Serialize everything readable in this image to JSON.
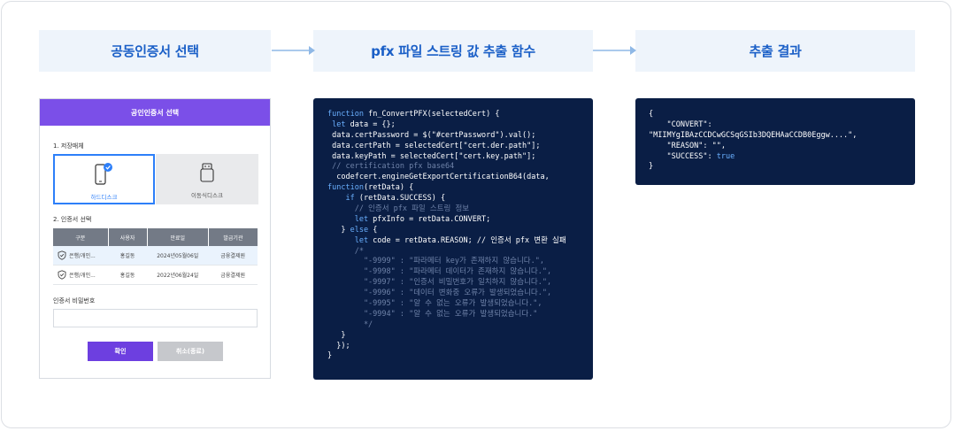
{
  "stages": [
    {
      "label": "공동인증서 선택"
    },
    {
      "label": "pfx 파일 스트링 값 추출 함수"
    },
    {
      "label": "추출 결과"
    }
  ],
  "dialog": {
    "title": "공인인증서 선택",
    "storage_label": "1. 저장매체",
    "storage_options": [
      {
        "label": "하드디스크",
        "selected": true
      },
      {
        "label": "이동식디스크",
        "selected": false
      }
    ],
    "cert_label": "2. 인증서 선택",
    "table": {
      "headers": [
        "구분",
        "사용자",
        "만료일",
        "발급기관"
      ],
      "rows": [
        [
          "은행/개인...",
          "홍길동",
          "2024년05월06일",
          "금융결제원"
        ],
        [
          "은행/개인...",
          "홍길동",
          "2022년06월24일",
          "금융결제원"
        ]
      ]
    },
    "password_label": "인증서 비밀번호",
    "password_value": "",
    "ok_label": "확인",
    "cancel_label": "취소(종료)"
  },
  "code_function": [
    [
      [
        "k",
        "function"
      ],
      [
        "n",
        " fn_ConvertPFX(selectedCert) {"
      ]
    ],
    [
      [
        "k",
        " let"
      ],
      [
        "n",
        " data = {};"
      ]
    ],
    [
      [
        "n",
        " data.certPassword = $(\"#certPassword\").val();"
      ]
    ],
    [
      [
        "n",
        " data.certPath = selectedCert[\"cert.der.path\"];"
      ]
    ],
    [
      [
        "n",
        " data.keyPath = selectedCert[\"cert.key.path\"];"
      ]
    ],
    [
      [
        "c",
        " // certification pfx base64"
      ]
    ],
    [
      [
        "n",
        "  codefcert.engineGetExportCertificationB64(data,"
      ]
    ],
    [
      [
        "k",
        "function"
      ],
      [
        "n",
        "(retData) {"
      ]
    ],
    [
      [
        "k",
        "    if"
      ],
      [
        "n",
        " (retData.SUCCESS) {"
      ]
    ],
    [
      [
        "c",
        "      // 인증서 pfx 파일 스트링 정보"
      ]
    ],
    [
      [
        "k",
        "      let"
      ],
      [
        "n",
        " pfxInfo = retData.CONVERT;"
      ]
    ],
    [
      [
        "n",
        "   } "
      ],
      [
        "k",
        "else"
      ],
      [
        "n",
        " {"
      ]
    ],
    [
      [
        "k",
        "      let"
      ],
      [
        "n",
        " code = retData.REASON; // 인증서 pfx 변환 실패"
      ]
    ],
    [
      [
        "c",
        "      /*"
      ]
    ],
    [
      [
        "c",
        "        \"-9999\" : \"파라메터 key가 존재하지 않습니다.\","
      ]
    ],
    [
      [
        "c",
        "        \"-9998\" : \"파라메터 데이터가 존재하지 않습니다.\","
      ]
    ],
    [
      [
        "c",
        "        \"-9997\" : \"인증서 비밀번호가 일치하지 않습니다.\","
      ]
    ],
    [
      [
        "c",
        "        \"-9996\" : \"데이터 변화중 오류가 발생되었습니다.\","
      ]
    ],
    [
      [
        "c",
        "        \"-9995\" : \"알 수 없는 오류가 발생되었습니다.\","
      ]
    ],
    [
      [
        "c",
        "        \"-9994\" : \"알 수 없는 오류가 발생되었습니다.\""
      ]
    ],
    [
      [
        "c",
        "        */"
      ]
    ],
    [
      [
        "n",
        "   }"
      ]
    ],
    [
      [
        "n",
        "  });"
      ]
    ],
    [
      [
        "n",
        "}"
      ]
    ]
  ],
  "code_result": [
    [
      [
        "n",
        "{"
      ]
    ],
    [
      [
        "n",
        "    \"CONVERT\":"
      ]
    ],
    [
      [
        "n",
        "\"MIIMYgIBAzCCDCwGCSqGSIb3DQEHAaCCDB0Eggw....\","
      ]
    ],
    [
      [
        "n",
        "    \"REASON\": \"\","
      ]
    ],
    [
      [
        "n",
        "    \"SUCCESS\": "
      ],
      [
        "b",
        "true"
      ]
    ],
    [
      [
        "n",
        "}"
      ]
    ]
  ],
  "colors": {
    "stage_text": "#1a5fc7",
    "stage_bg": "#eef4fb",
    "dialog_header": "#7b4fe8",
    "ok_button": "#6d3fe0",
    "code_bg": "#0a1e45",
    "keyword": "#6ab0ff",
    "comment": "#6e82a8"
  }
}
